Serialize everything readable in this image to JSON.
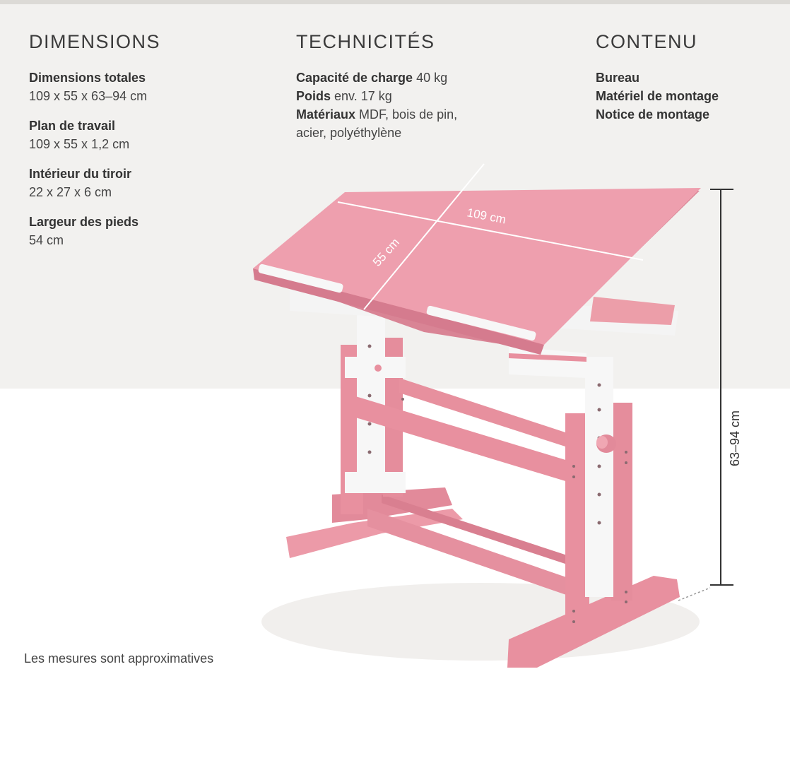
{
  "sections": {
    "dimensions": {
      "title": "DIMENSIONS",
      "items": [
        {
          "label": "Dimensions totales",
          "value": "109 x 55 x 63–94 cm"
        },
        {
          "label": "Plan de travail",
          "value": "109 x 55 x 1,2 cm"
        },
        {
          "label": "Intérieur du tiroir",
          "value": "22 x 27 x 6 cm"
        },
        {
          "label": "Largeur des pieds",
          "value": "54 cm"
        }
      ]
    },
    "technicites": {
      "title": "TECHNICITÉS",
      "items": [
        {
          "label": "Capacité de charge",
          "value": " 40 kg"
        },
        {
          "label": "Poids",
          "value": " env. 17 kg"
        },
        {
          "label": "Matériaux",
          "value": " MDF, bois de pin,"
        }
      ],
      "continuation": "acier, polyéthylène"
    },
    "contenu": {
      "title": "CONTENU",
      "items": [
        "Bureau",
        "Matériel de montage",
        "Notice de montage"
      ]
    }
  },
  "product": {
    "width_label": "109 cm",
    "depth_label": "55 cm",
    "height_label": "63–94 cm",
    "colors": {
      "pink": "#e8909f",
      "pink_light": "#f0a7b3",
      "white": "#f7f7f7"
    }
  },
  "disclaimer": "Les mesures sont approximatives"
}
